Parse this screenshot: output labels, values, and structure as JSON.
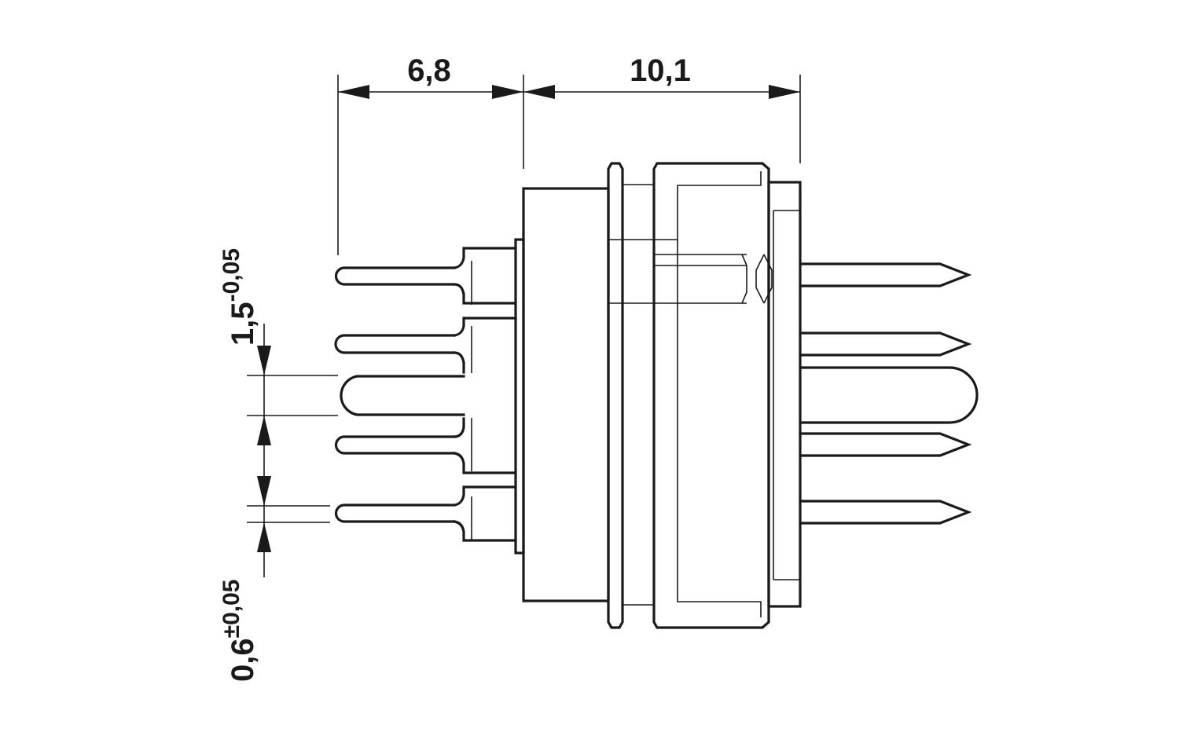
{
  "dimensions": {
    "top_left": {
      "value": "6,8"
    },
    "top_right": {
      "value": "10,1"
    },
    "pin_pitch": {
      "base": "1,5",
      "tolerance": "-0,05"
    },
    "pin_diameter": {
      "base": "0,6",
      "tolerance": "±0,05"
    }
  },
  "colors": {
    "line": "#1a1a1a",
    "background": "#ffffff"
  }
}
